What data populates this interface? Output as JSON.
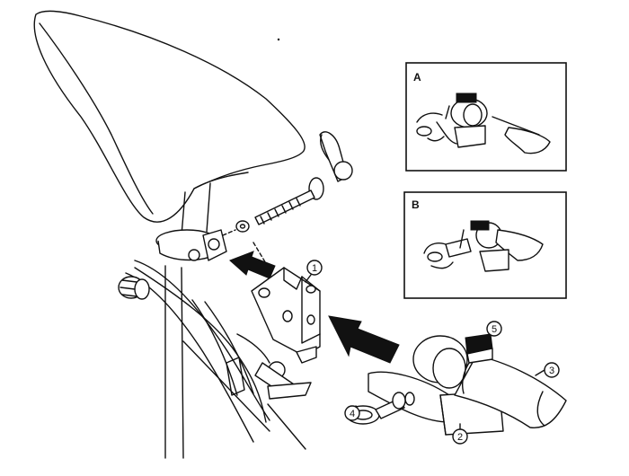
{
  "insets": {
    "a": {
      "label": "A"
    },
    "b": {
      "label": "B"
    }
  },
  "callouts": {
    "c1": "1",
    "c2": "2",
    "c3": "3",
    "c4": "4",
    "c5": "5"
  }
}
